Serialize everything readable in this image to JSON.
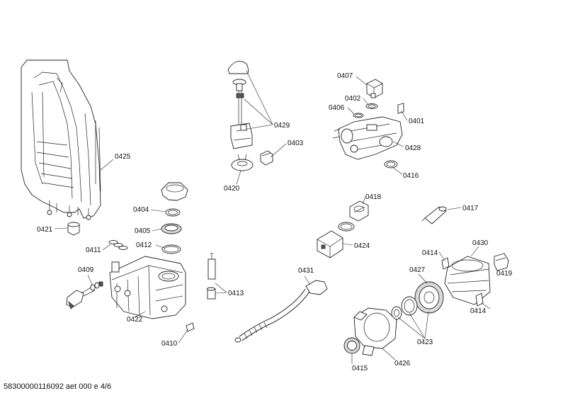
{
  "labels": {
    "p0407": "0407",
    "p0402": "0402",
    "p0406": "0406",
    "p0401": "0401",
    "p0428": "0428",
    "p0416": "0416",
    "p0429": "0429",
    "p0403": "0403",
    "p0420": "0420",
    "p0425": "0425",
    "p0421": "0421",
    "p0404": "0404",
    "p0405": "0405",
    "p0411": "0411",
    "p0412": "0412",
    "p0409": "0409",
    "p0413": "0413",
    "p0422": "0422",
    "p0410": "0410",
    "p0418": "0418",
    "p0417": "0417",
    "p0424": "0424",
    "p0431": "0431",
    "p0430": "0430",
    "p0414a": "0414",
    "p0414b": "0414",
    "p0419": "0419",
    "p0427": "0427",
    "p0423": "0423",
    "p0415": "0415",
    "p0426": "0426"
  },
  "footer": "58300000116092 aet 000 e 4/6"
}
